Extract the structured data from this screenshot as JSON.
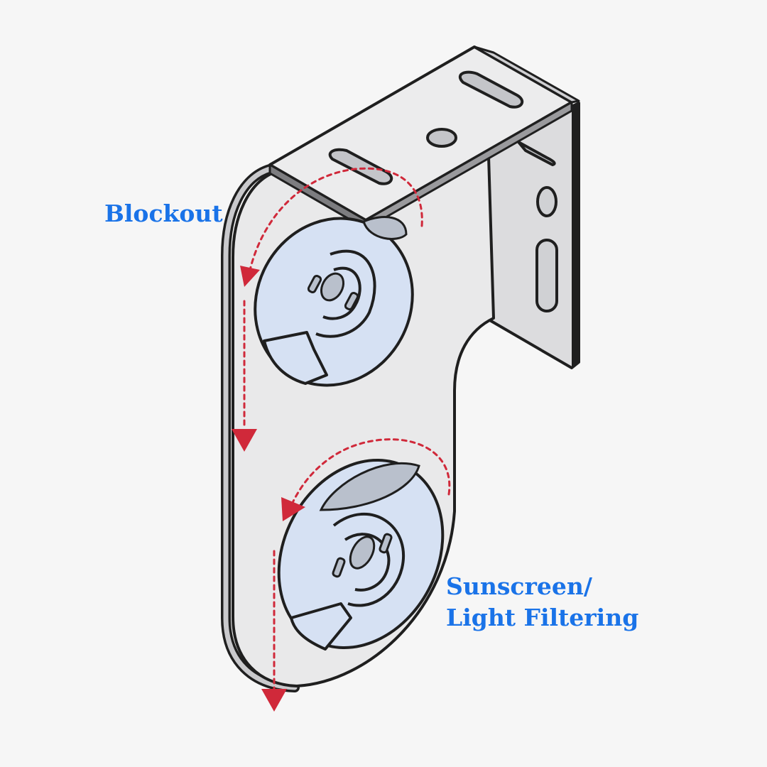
{
  "labels": {
    "blockout": "Blockout",
    "sunscreen_line1": "Sunscreen/",
    "sunscreen_line2": "Light Filtering"
  },
  "colors": {
    "background": "#f6f6f6",
    "bracket_fill": "#e9e9ea",
    "outline": "#1f1f1f",
    "pocket_fill": "#d6e1f3",
    "pocket_shade": "#b9c0cc",
    "arrow": "#d0293a",
    "label": "#1a73e8"
  },
  "icons": {
    "rotation_arrows": "dashed-curved-arrow",
    "drop_arrows": "dashed-down-arrow"
  }
}
